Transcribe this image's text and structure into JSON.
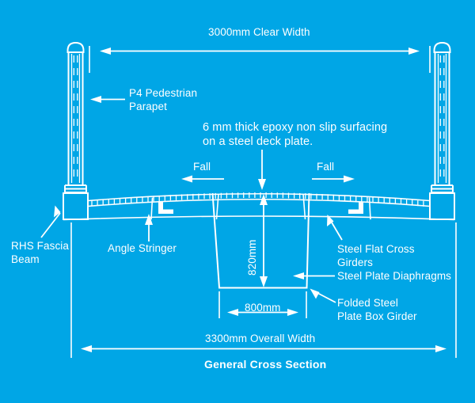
{
  "diagram": {
    "title": "General Cross Section",
    "background_color": "#00a6e6",
    "line_color": "#ffffff"
  },
  "dimensions": {
    "clear_width": "3000mm Clear Width",
    "overall_width": "3300mm Overall Width",
    "girder_depth": "820mm",
    "girder_width": "800mm"
  },
  "labels": {
    "parapet": "P4 Pedestrian\nParapet",
    "surfacing_note": "6 mm thick epoxy non slip surfacing\non a steel deck plate.",
    "fall_left": "Fall",
    "fall_right": "Fall",
    "rhs_fascia_beam": "RHS Fascia\nBeam",
    "angle_stringer": "Angle Stringer",
    "steel_flat_cross_girders": "Steel Flat Cross\nGirders",
    "steel_plate_diaphragms": "Steel Plate Diaphragms",
    "folded_steel_box_girder": "Folded Steel\nPlate Box Girder"
  },
  "chart_data": {
    "type": "diagram",
    "subject": "Footbridge general cross section",
    "annotations": [
      {
        "name": "clear-width",
        "text": "3000mm Clear Width",
        "value": 3000,
        "unit": "mm"
      },
      {
        "name": "overall-width",
        "text": "3300mm Overall Width",
        "value": 3300,
        "unit": "mm"
      },
      {
        "name": "box-girder-depth",
        "text": "820mm",
        "value": 820,
        "unit": "mm"
      },
      {
        "name": "box-girder-width",
        "text": "800mm",
        "value": 800,
        "unit": "mm"
      },
      {
        "name": "surfacing-thickness",
        "text": "6 mm thick epoxy non slip surfacing on a steel deck plate.",
        "value": 6,
        "unit": "mm"
      }
    ],
    "components": [
      "P4 Pedestrian Parapet",
      "RHS Fascia Beam",
      "Angle Stringer",
      "Steel Flat Cross Girders",
      "Steel Plate Diaphragms",
      "Folded Steel Plate Box Girder"
    ],
    "crossfall": [
      "Fall (left, outward)",
      "Fall (right, outward)"
    ]
  }
}
